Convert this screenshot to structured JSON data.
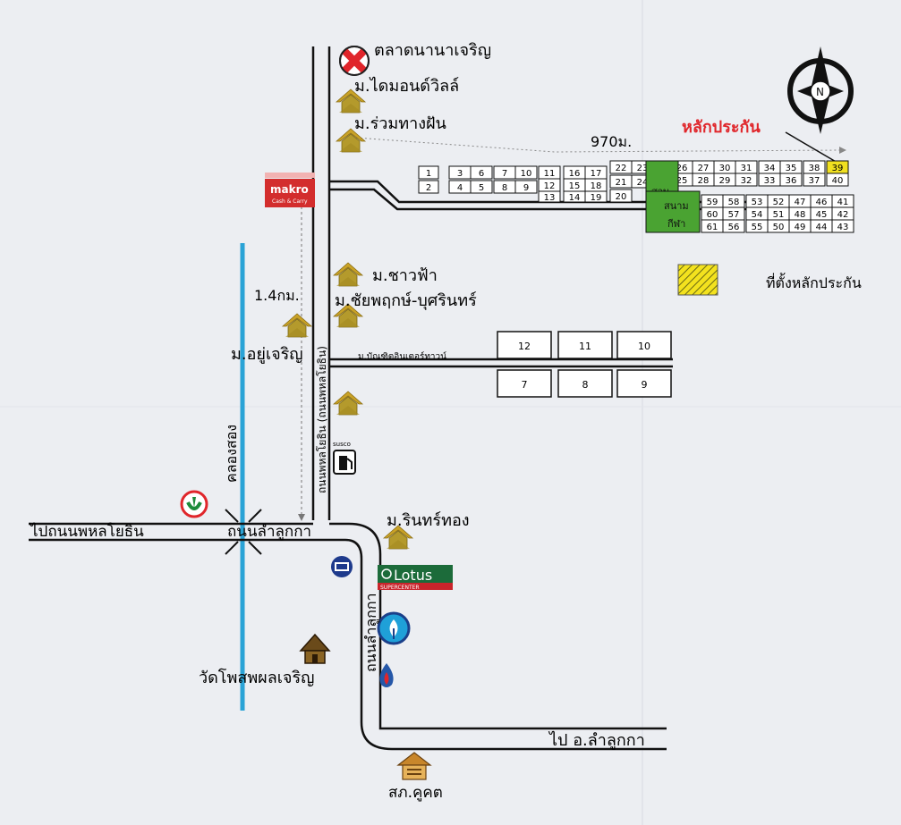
{
  "labels": {
    "market": "ตลาดนานาเจริญ",
    "diamond_ville": "ม.ไดมอนด์วิลล์",
    "ruam_thang_fan": "ม.ร่วมทางฝัน",
    "distance_970": "970ม.",
    "boundary_marker": "หลักประกัน",
    "marker_legend": "ที่ตั้งหลักประกัน",
    "north": "N",
    "makro_brand": "makro",
    "makro_sub": "Cash & Carry",
    "chao_fa": "ม.ชาวฟ้า",
    "chaiyaphruek": "ม.ชัยพฤกษ์-บุศรินทร์",
    "distance_1_4": "1.4กม.",
    "yu_charoen": "ม.อยู่เจริญ",
    "bandit_intertown": "ม.บัณฑิตอินเตอร์ทาวน์",
    "vertical_road": "ถนนพหลโยธิน (ถนนพหลโยธิน)",
    "susco": "susco",
    "canal": "คลองสอง",
    "to_phahon": "ไปถนนพหลโยธิน",
    "lamlukka_road": "ถนนลำลูกกา",
    "rin_thong": "ม.รินทร์ทอง",
    "lotus_brand": "Lotus",
    "lotus_sub": "SUPERCENTER",
    "lamlukka_road_v": "ถนนลำลูกกา",
    "temple": "วัดโพสพผลเจริญ",
    "to_amphoe": "ไป อ.ลำลูกกา",
    "police": "สภ.คูคต",
    "park": "สวน",
    "field1": "สนาม",
    "field2": "กีฬา"
  },
  "plots_top": [
    "1",
    "2",
    "3",
    "4",
    "6",
    "5",
    "7",
    "8",
    "10",
    "9",
    "11",
    "12",
    "13",
    "16",
    "15",
    "14",
    "17",
    "18",
    "19",
    "22",
    "21",
    "20",
    "23",
    "24"
  ],
  "plots_right_top": [
    "26",
    "27",
    "30",
    "31",
    "34",
    "35",
    "38",
    "39",
    "25",
    "28",
    "29",
    "32",
    "33",
    "36",
    "37",
    "40"
  ],
  "plots_right_bottom": [
    "59",
    "58",
    "53",
    "52",
    "47",
    "46",
    "41",
    "60",
    "57",
    "54",
    "51",
    "48",
    "45",
    "42",
    "61",
    "56",
    "55",
    "50",
    "49",
    "44",
    "43"
  ],
  "blocks_lower": [
    "12",
    "11",
    "10",
    "7",
    "8",
    "9"
  ],
  "highlighted_plot": "39",
  "colors": {
    "road": "#111111",
    "canal": "#2aa3d6",
    "house_roof": "#c9a227",
    "house_wall": "#8a7a2a",
    "park": "#4aa332",
    "marker_fill": "#f0e020",
    "makro_red": "#d32d2d",
    "lotus_green": "#1c6b3a",
    "warning_red": "#e0262b"
  }
}
